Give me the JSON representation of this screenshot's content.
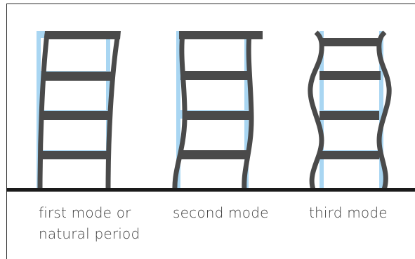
{
  "labels": {
    "first_line1": "first mode or",
    "first_line2": "natural period",
    "second": "second mode",
    "third": "third mode"
  },
  "colors": {
    "frame": "#4a4a4a",
    "ghost": "#a9d6f2",
    "ground": "#1a1a1a",
    "text": "#3d3d3d"
  }
}
